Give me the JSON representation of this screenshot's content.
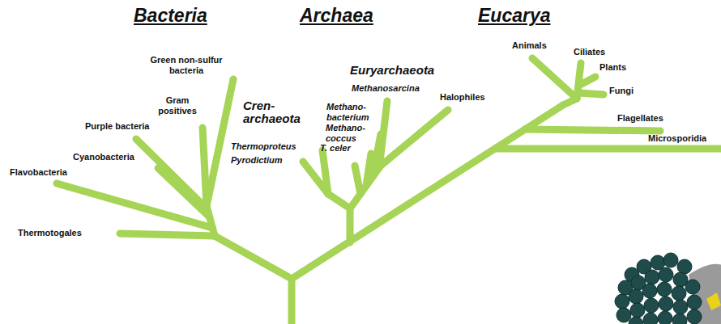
{
  "diagram": {
    "labels": [
      "Bacteria",
      "Archaea",
      "Eucarya",
      "Green non-sulfur bacteria",
      "Gram positives",
      "Purple bacteria",
      "Cyanobacteria",
      "Flavobacteria",
      "Thermotogales",
      "Cren- archaeota",
      "Euryarchaeota",
      "Methanosarcina",
      "Methano- bacterium",
      "Methano- coccus",
      "T. celer",
      "Halophiles",
      "Thermoproteus",
      "Pyrodictium",
      "Animals",
      "Ciliates",
      "Plants",
      "Fungi",
      "Flagellates",
      "Microsporidia"
    ]
  }
}
